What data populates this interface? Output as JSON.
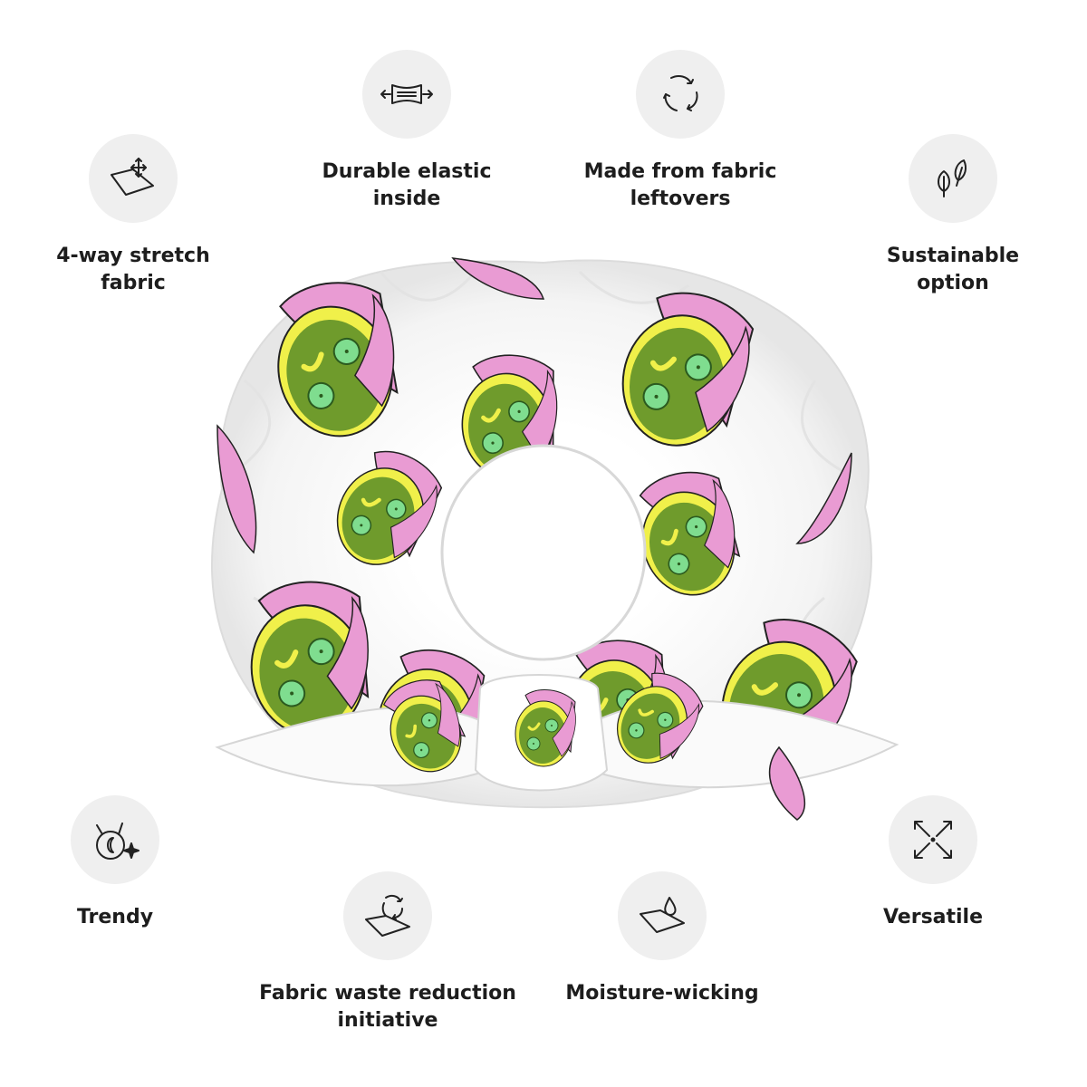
{
  "features": {
    "stretch": {
      "label": "4-way stretch\nfabric",
      "icon": "four-way-stretch-icon"
    },
    "elastic": {
      "label": "Durable elastic\ninside",
      "icon": "elastic-stretch-icon"
    },
    "leftovers": {
      "label": "Made from fabric\nleftovers",
      "icon": "recycle-arrows-icon"
    },
    "sustainable": {
      "label": "Sustainable\noption",
      "icon": "leaves-icon"
    },
    "trendy": {
      "label": "Trendy",
      "icon": "cat-sparkle-icon"
    },
    "waste": {
      "label": "Fabric waste reduction\ninitiative",
      "icon": "fabric-recycle-icon"
    },
    "moisture": {
      "label": "Moisture-wicking",
      "icon": "water-drop-fabric-icon"
    },
    "versatile": {
      "label": "Versatile",
      "icon": "expand-arrows-icon"
    }
  },
  "colors": {
    "icon_bg": "#efefef",
    "text": "#1d1d1d",
    "face_green": "#6f9b2c",
    "face_rim": "#f0f04a",
    "towel_pink": "#e99bd3",
    "cucumber": "#7fdd8f"
  }
}
